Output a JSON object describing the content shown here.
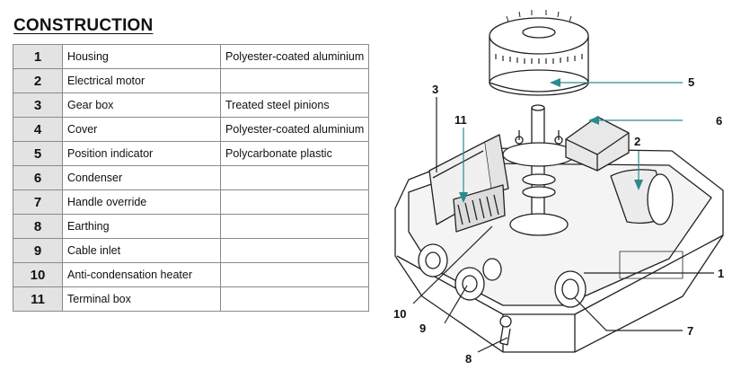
{
  "title": "CONSTRUCTION",
  "rows": [
    {
      "num": "1",
      "part": "Housing",
      "material": "Polyester-coated aluminium"
    },
    {
      "num": "2",
      "part": "Electrical motor",
      "material": ""
    },
    {
      "num": "3",
      "part": "Gear box",
      "material": "Treated steel pinions"
    },
    {
      "num": "4",
      "part": "Cover",
      "material": "Polyester-coated aluminium"
    },
    {
      "num": "5",
      "part": "Position indicator",
      "material": "Polycarbonate plastic"
    },
    {
      "num": "6",
      "part": "Condenser",
      "material": ""
    },
    {
      "num": "7",
      "part": "Handle override",
      "material": ""
    },
    {
      "num": "8",
      "part": "Earthing",
      "material": ""
    },
    {
      "num": "9",
      "part": "Cable inlet",
      "material": ""
    },
    {
      "num": "10",
      "part": "Anti-condensation heater",
      "material": ""
    },
    {
      "num": "11",
      "part": "Terminal box",
      "material": ""
    }
  ],
  "callouts": {
    "c1": "1",
    "c2": "2",
    "c3": "3",
    "c5": "5",
    "c6": "6",
    "c7": "7",
    "c8": "8",
    "c9": "9",
    "c10": "10",
    "c11": "11"
  },
  "colors": {
    "leader": "#2a8a8f",
    "line": "#222222",
    "row_number_bg": "#e3e3e3"
  }
}
